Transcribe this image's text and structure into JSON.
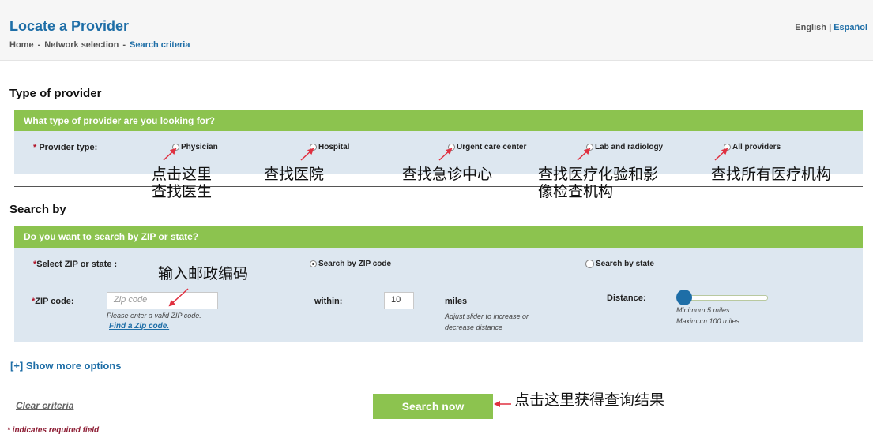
{
  "header": {
    "title": "Locate a Provider",
    "breadcrumb": [
      "Home",
      "Network selection",
      "Search criteria"
    ],
    "breadcrumb_sep": "-",
    "lang_english": "English",
    "lang_sep": "|",
    "lang_spanish": "Español"
  },
  "provider_section": {
    "heading": "Type of provider",
    "bar_title": "What type of provider are you looking for?",
    "field_label": "Provider type:",
    "required_mark": "*",
    "options": [
      {
        "label": "Physician",
        "note": "点击这里\n查找医生"
      },
      {
        "label": "Hospital",
        "note": "查找医院"
      },
      {
        "label": "Urgent care center",
        "note": "查找急诊中心"
      },
      {
        "label": "Lab and radiology",
        "note": "查找医疗化验和影\n像检查机构"
      },
      {
        "label": "All providers",
        "note": "查找所有医疗机构"
      }
    ]
  },
  "search_section": {
    "heading": "Search by",
    "bar_title": "Do you want to search by ZIP or state?",
    "select_label": "Select ZIP or state :",
    "zip_radio": "Search by ZIP code",
    "state_radio": "Search by state",
    "zip_note": "输入邮政编码",
    "zip_label": "ZIP code:",
    "zip_placeholder": "Zip code",
    "zip_help": "Please enter a valid ZIP code.",
    "find_zip": "Find a Zip code.",
    "within_label": "within:",
    "within_value": "10",
    "miles_label": "miles",
    "slider_help": "Adjust slider to increase or decrease distance",
    "distance_label": "Distance:",
    "min_text": "Minimum 5 miles",
    "max_text": "Maximum 100 miles"
  },
  "footer": {
    "more_options": "[+] Show more options",
    "clear": "Clear criteria",
    "search_btn": "Search now",
    "search_note": "点击这里获得查询结果",
    "required_note": "* indicates required field"
  },
  "colors": {
    "brand_blue": "#1e6ea7",
    "green_bar": "#8cc34f",
    "panel_bg": "#dde7f0",
    "arrow_red": "#e03040"
  }
}
